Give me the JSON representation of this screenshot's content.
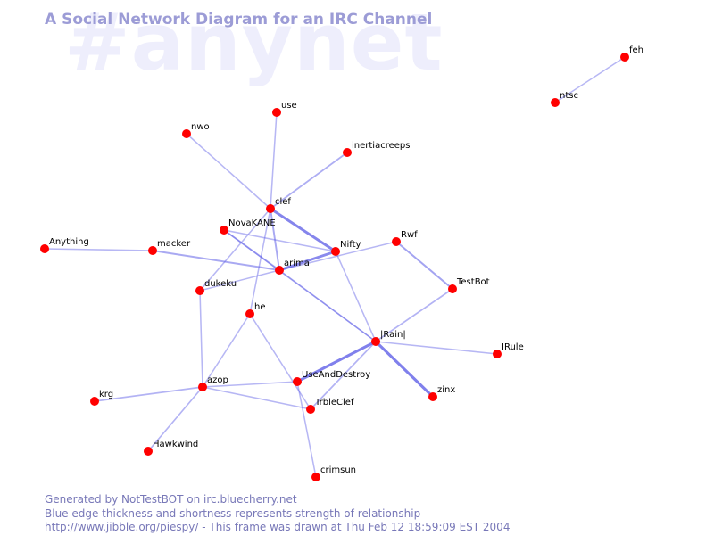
{
  "watermark": "#anynet",
  "title": "A Social Network Diagram for an IRC Channel",
  "colors": {
    "node": "#ff0000",
    "edge": "#5a5ae6",
    "title": "#9c9cd6",
    "footer": "#7878b8",
    "watermark": "#eeeefc"
  },
  "graph": {
    "nodes": [
      {
        "id": "feh",
        "label": "feh"
      },
      {
        "id": "ntsc",
        "label": "ntsc"
      },
      {
        "id": "use",
        "label": "use"
      },
      {
        "id": "nwo",
        "label": "nwo"
      },
      {
        "id": "inertiacreeps",
        "label": "inertiacreeps"
      },
      {
        "id": "clef",
        "label": "clef"
      },
      {
        "id": "NovaKANE",
        "label": "NovaKANE"
      },
      {
        "id": "Nifty",
        "label": "Nifty"
      },
      {
        "id": "Rwf",
        "label": "Rwf"
      },
      {
        "id": "Anything",
        "label": "Anything"
      },
      {
        "id": "macker",
        "label": "macker"
      },
      {
        "id": "arima",
        "label": "arima"
      },
      {
        "id": "dukeku",
        "label": "dukeku"
      },
      {
        "id": "TestBot",
        "label": "TestBot"
      },
      {
        "id": "he",
        "label": "he"
      },
      {
        "id": "Rain",
        "label": "|Rain|"
      },
      {
        "id": "IRule",
        "label": "IRule"
      },
      {
        "id": "azop",
        "label": "azop"
      },
      {
        "id": "UseAndDestroy",
        "label": "UseAndDestroy"
      },
      {
        "id": "zinx",
        "label": "zinx"
      },
      {
        "id": "krg",
        "label": "krg"
      },
      {
        "id": "TrbleClef",
        "label": "TrbleClef"
      },
      {
        "id": "Hawkwind",
        "label": "Hawkwind"
      },
      {
        "id": "crimsun",
        "label": "crimsun"
      }
    ],
    "edges": [
      {
        "source": "ntsc",
        "target": "feh",
        "strength": 0.25
      },
      {
        "source": "clef",
        "target": "use",
        "strength": 0.25
      },
      {
        "source": "clef",
        "target": "nwo",
        "strength": 0.25
      },
      {
        "source": "clef",
        "target": "inertiacreeps",
        "strength": 0.35
      },
      {
        "source": "clef",
        "target": "Nifty",
        "strength": 0.8
      },
      {
        "source": "clef",
        "target": "arima",
        "strength": 0.4
      },
      {
        "source": "clef",
        "target": "dukeku",
        "strength": 0.25
      },
      {
        "source": "clef",
        "target": "he",
        "strength": 0.25
      },
      {
        "source": "NovaKANE",
        "target": "Nifty",
        "strength": 0.25
      },
      {
        "source": "NovaKANE",
        "target": "arima",
        "strength": 0.35
      },
      {
        "source": "NovaKANE",
        "target": "Rain",
        "strength": 0.25
      },
      {
        "source": "arima",
        "target": "Nifty",
        "strength": 0.75
      },
      {
        "source": "arima",
        "target": "Rwf",
        "strength": 0.25
      },
      {
        "source": "arima",
        "target": "macker",
        "strength": 0.4
      },
      {
        "source": "arima",
        "target": "dukeku",
        "strength": 0.25
      },
      {
        "source": "arima",
        "target": "Rain",
        "strength": 0.25
      },
      {
        "source": "Nifty",
        "target": "Rain",
        "strength": 0.25
      },
      {
        "source": "Anything",
        "target": "macker",
        "strength": 0.25
      },
      {
        "source": "Rwf",
        "target": "TestBot",
        "strength": 0.45
      },
      {
        "source": "TestBot",
        "target": "Rain",
        "strength": 0.3
      },
      {
        "source": "Rain",
        "target": "IRule",
        "strength": 0.25
      },
      {
        "source": "Rain",
        "target": "UseAndDestroy",
        "strength": 0.85
      },
      {
        "source": "Rain",
        "target": "zinx",
        "strength": 0.85
      },
      {
        "source": "Rain",
        "target": "TrbleClef",
        "strength": 0.3
      },
      {
        "source": "dukeku",
        "target": "azop",
        "strength": 0.25
      },
      {
        "source": "he",
        "target": "azop",
        "strength": 0.25
      },
      {
        "source": "he",
        "target": "TrbleClef",
        "strength": 0.25
      },
      {
        "source": "azop",
        "target": "UseAndDestroy",
        "strength": 0.25
      },
      {
        "source": "azop",
        "target": "krg",
        "strength": 0.3
      },
      {
        "source": "azop",
        "target": "Hawkwind",
        "strength": 0.3
      },
      {
        "source": "azop",
        "target": "TrbleClef",
        "strength": 0.25
      },
      {
        "source": "UseAndDestroy",
        "target": "crimsun",
        "strength": 0.25
      }
    ]
  },
  "footer": {
    "line1": "Generated by NotTestBOT on irc.bluecherry.net",
    "line2": "Blue edge thickness and shortness represents strength of relationship",
    "line3": "http://www.jibble.org/piespy/ - This frame was drawn at Thu Feb 12 18:59:09 EST 2004"
  }
}
